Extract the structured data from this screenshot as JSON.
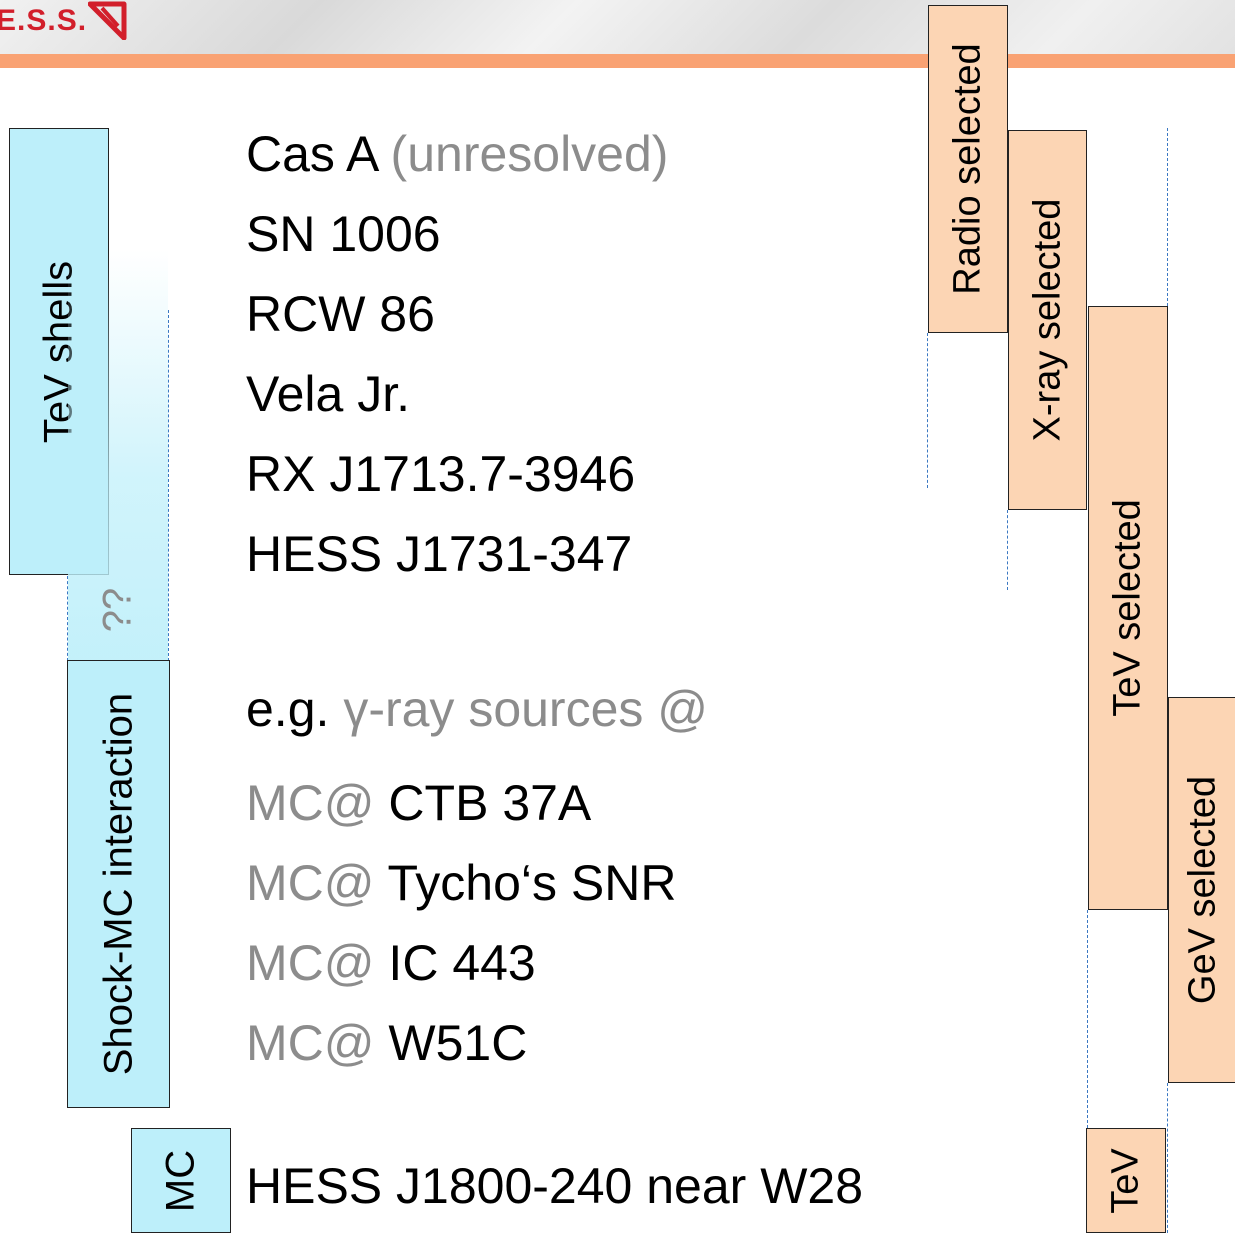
{
  "logo": {
    "text": "E.S.S."
  },
  "colors": {
    "accent_bar": "#f9a273",
    "blue_box": "#bdeffa",
    "orange_box": "#fcd5b4",
    "grey_text": "#8c8c8c"
  },
  "categories": {
    "tev_shells": "TeV shells",
    "uncertain": "??",
    "shock_mc": "Shock-MC interaction",
    "mc": "MC"
  },
  "selection": {
    "radio": "Radio selected",
    "xray": "X-ray selected",
    "tev": "TeV selected",
    "gev": "GeV selected",
    "tev_short": "TeV"
  },
  "shells": [
    {
      "name": "Cas A",
      "note": "(unresolved)"
    },
    {
      "name": "SN 1006"
    },
    {
      "name": "RCW 86"
    },
    {
      "name": "Vela Jr."
    },
    {
      "name": "RX J1713.7-3946"
    },
    {
      "name": "HESS J1731-347"
    }
  ],
  "example": {
    "prefix": "e.g.",
    "rest": "γ-ray sources @"
  },
  "mc_sources": [
    {
      "prefix": "MC@",
      "name": "CTB 37A"
    },
    {
      "prefix": "MC@",
      "name": "Tycho‘s SNR"
    },
    {
      "prefix": "MC@",
      "name": "IC 443"
    },
    {
      "prefix": "MC@",
      "name": "W51C"
    }
  ],
  "mc_source": "HESS J1800-240 near W28"
}
